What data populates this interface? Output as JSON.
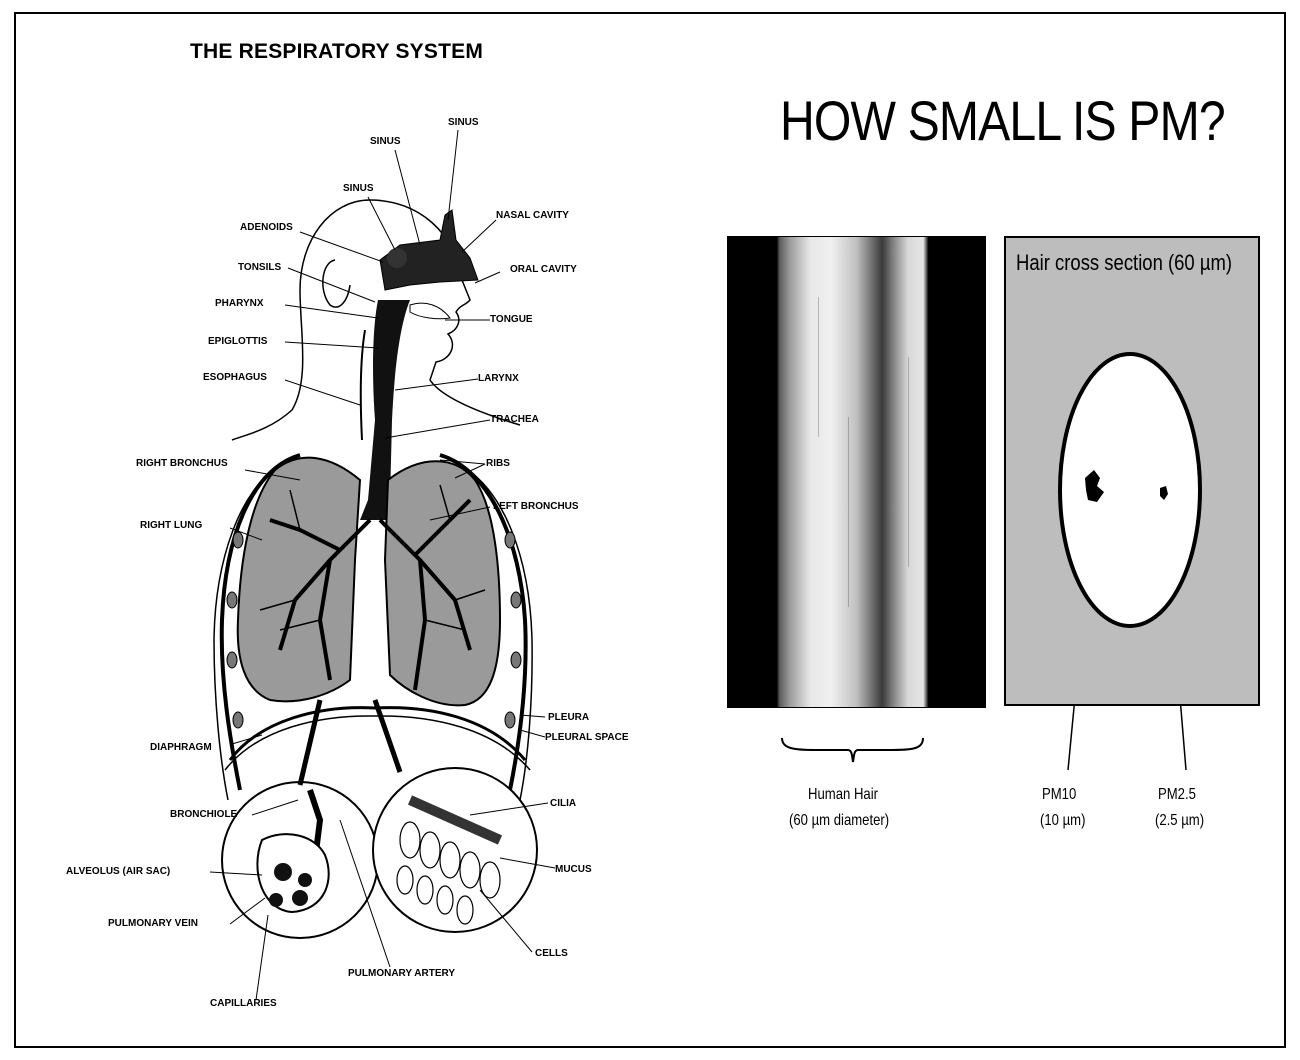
{
  "left_panel": {
    "title": "THE RESPIRATORY SYSTEM",
    "labels": {
      "sinus_top": "SINUS",
      "sinus_mid": "SINUS",
      "sinus_low": "SINUS",
      "nasal_cavity": "NASAL CAVITY",
      "adenoids": "ADENOIDS",
      "oral_cavity": "ORAL CAVITY",
      "tonsils": "TONSILS",
      "pharynx": "PHARYNX",
      "tongue": "TONGUE",
      "epiglottis": "EPIGLOTTIS",
      "larynx": "LARYNX",
      "esophagus": "ESOPHAGUS",
      "trachea": "TRACHEA",
      "right_bronchus": "RIGHT BRONCHUS",
      "ribs": "RIBS",
      "left_bronchus": "LEFT BRONCHUS",
      "right_lung": "RIGHT LUNG",
      "pleura": "PLEURA",
      "pleural_space": "PLEURAL SPACE",
      "diaphragm": "DIAPHRAGM",
      "bronchiole": "BRONCHIOLE",
      "cilia": "CILIA",
      "alveolus": "ALVEOLUS (AIR SAC)",
      "mucus": "MUCUS",
      "pulmonary_vein": "PULMONARY VEIN",
      "cells": "CELLS",
      "pulmonary_artery": "PULMONARY ARTERY",
      "capillaries": "CAPILLARIES"
    }
  },
  "right_panel": {
    "title": "HOW SMALL IS PM?",
    "cross_section_title": "Hair cross section (60 µm)",
    "hair_caption_line1": "Human Hair",
    "hair_caption_line2": "(60 µm  diameter)",
    "pm10_label": "PM10",
    "pm10_size": "(10 µm)",
    "pm25_label": "PM2.5",
    "pm25_size": "(2.5 µm)"
  }
}
